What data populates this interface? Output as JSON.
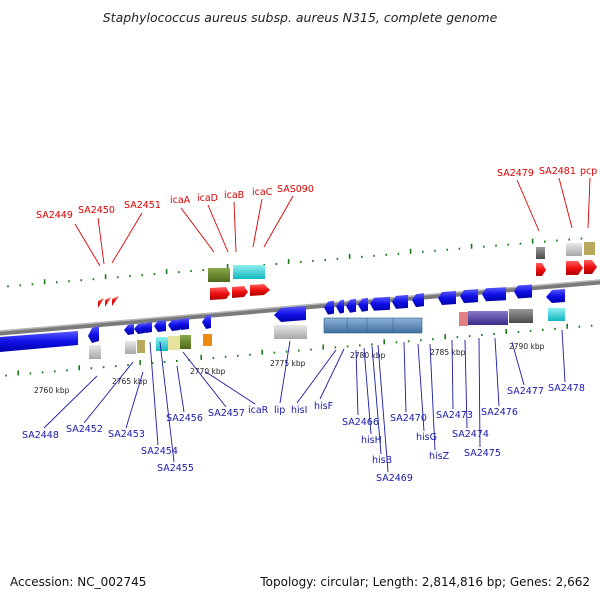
{
  "title": "Staphylococcus aureus subsp. aureus N315, complete genome",
  "accession_line": "Accession: NC_002745",
  "summary_line": "Topology: circular; Length: 2,814,816 bp; Genes: 2,662",
  "colors": {
    "forward_genes_label": "#dd0000",
    "reverse_genes_label": "#1a1aaa",
    "reverse_arrow": "#1010e8",
    "forward_arrow": "#ee1010",
    "backbone": "#7a7a7a",
    "tick": "#1a7a1a"
  },
  "kbp_labels": [
    "2760 kbp",
    "2765 kbp",
    "2770 kbp",
    "2775 kbp",
    "2780 kbp",
    "2785 kbp",
    "2790 kbp"
  ],
  "forward_labels": [
    "SA2449",
    "SA2450",
    "SA2451",
    "icaA",
    "icaD",
    "icaB",
    "icaC",
    "SAS090",
    "SA2479",
    "SA2481",
    "pcp"
  ],
  "reverse_labels": [
    "SA2448",
    "SA2452",
    "SA2453",
    "SA2454",
    "SA2455",
    "SA2456",
    "SA2457",
    "icaR",
    "lip",
    "hisI",
    "hisF",
    "SA2466",
    "hisH",
    "hisB",
    "SA2469",
    "SA2470",
    "hisG",
    "hisZ",
    "SA2473",
    "SA2474",
    "SA2475",
    "SA2476",
    "SA2477",
    "SA2478"
  ]
}
